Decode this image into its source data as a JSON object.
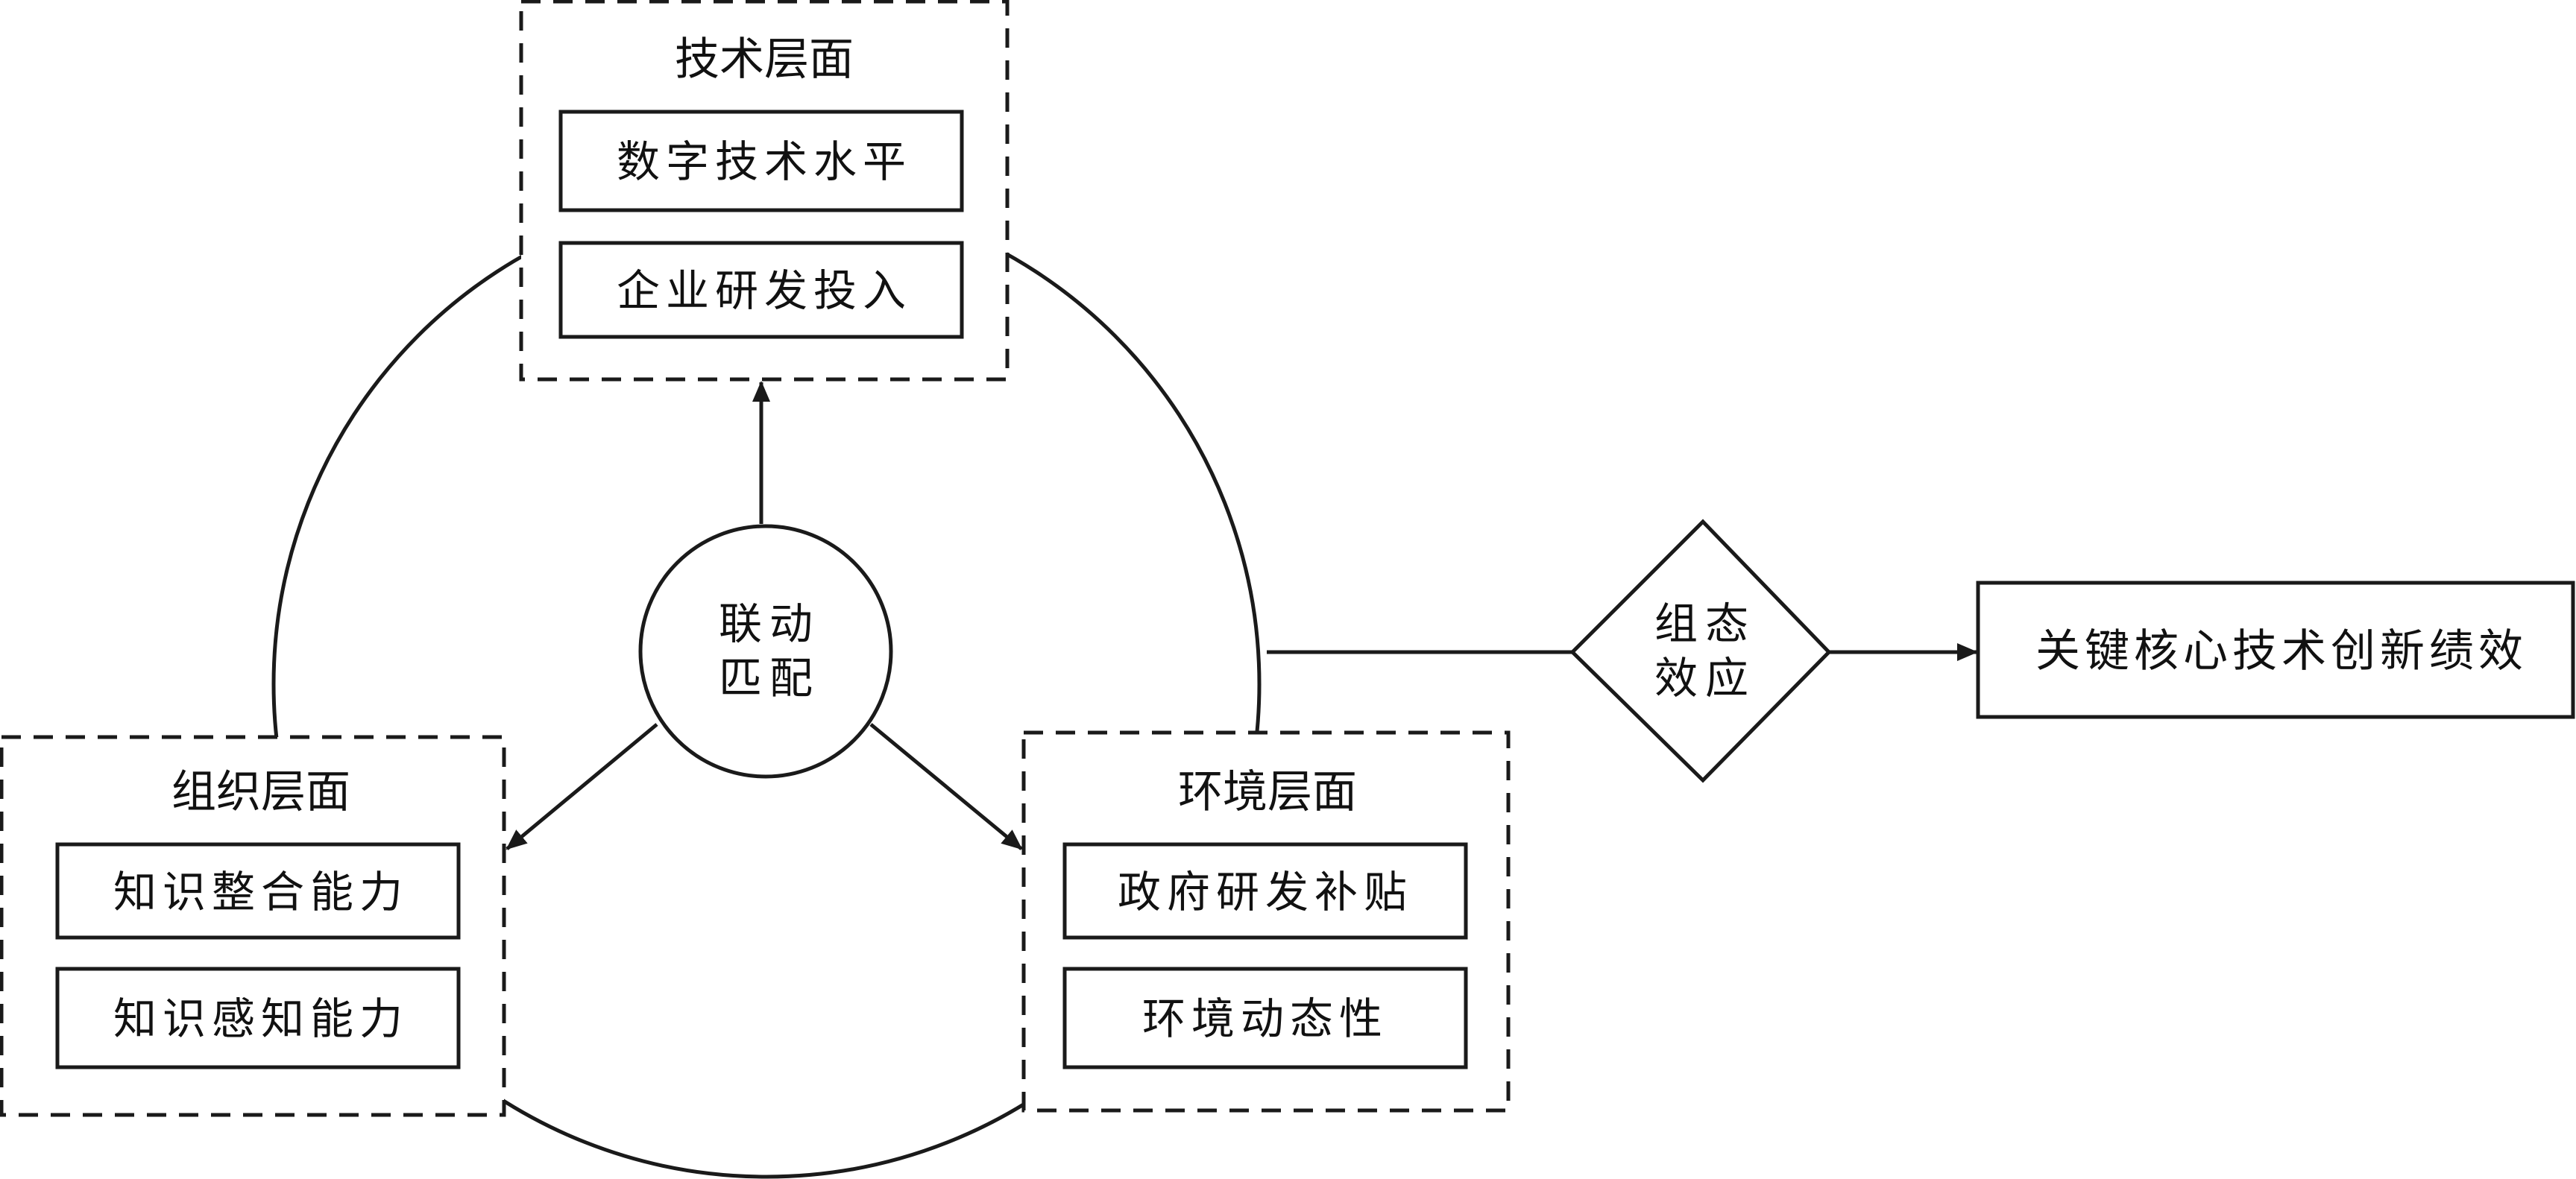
{
  "diagram": {
    "center_node": {
      "line1": "联动",
      "line2": "匹配"
    },
    "levels": {
      "technology": {
        "title": "技术层面",
        "items": [
          "数字技术水平",
          "企业研发投入"
        ]
      },
      "organization": {
        "title": "组织层面",
        "items": [
          "知识整合能力",
          "知识感知能力"
        ]
      },
      "environment": {
        "title": "环境层面",
        "items": [
          "政府研发补贴",
          "环境动态性"
        ]
      }
    },
    "effect_node": {
      "line1": "组态",
      "line2": "效应"
    },
    "outcome": {
      "label": "关键核心技术创新绩效"
    }
  }
}
